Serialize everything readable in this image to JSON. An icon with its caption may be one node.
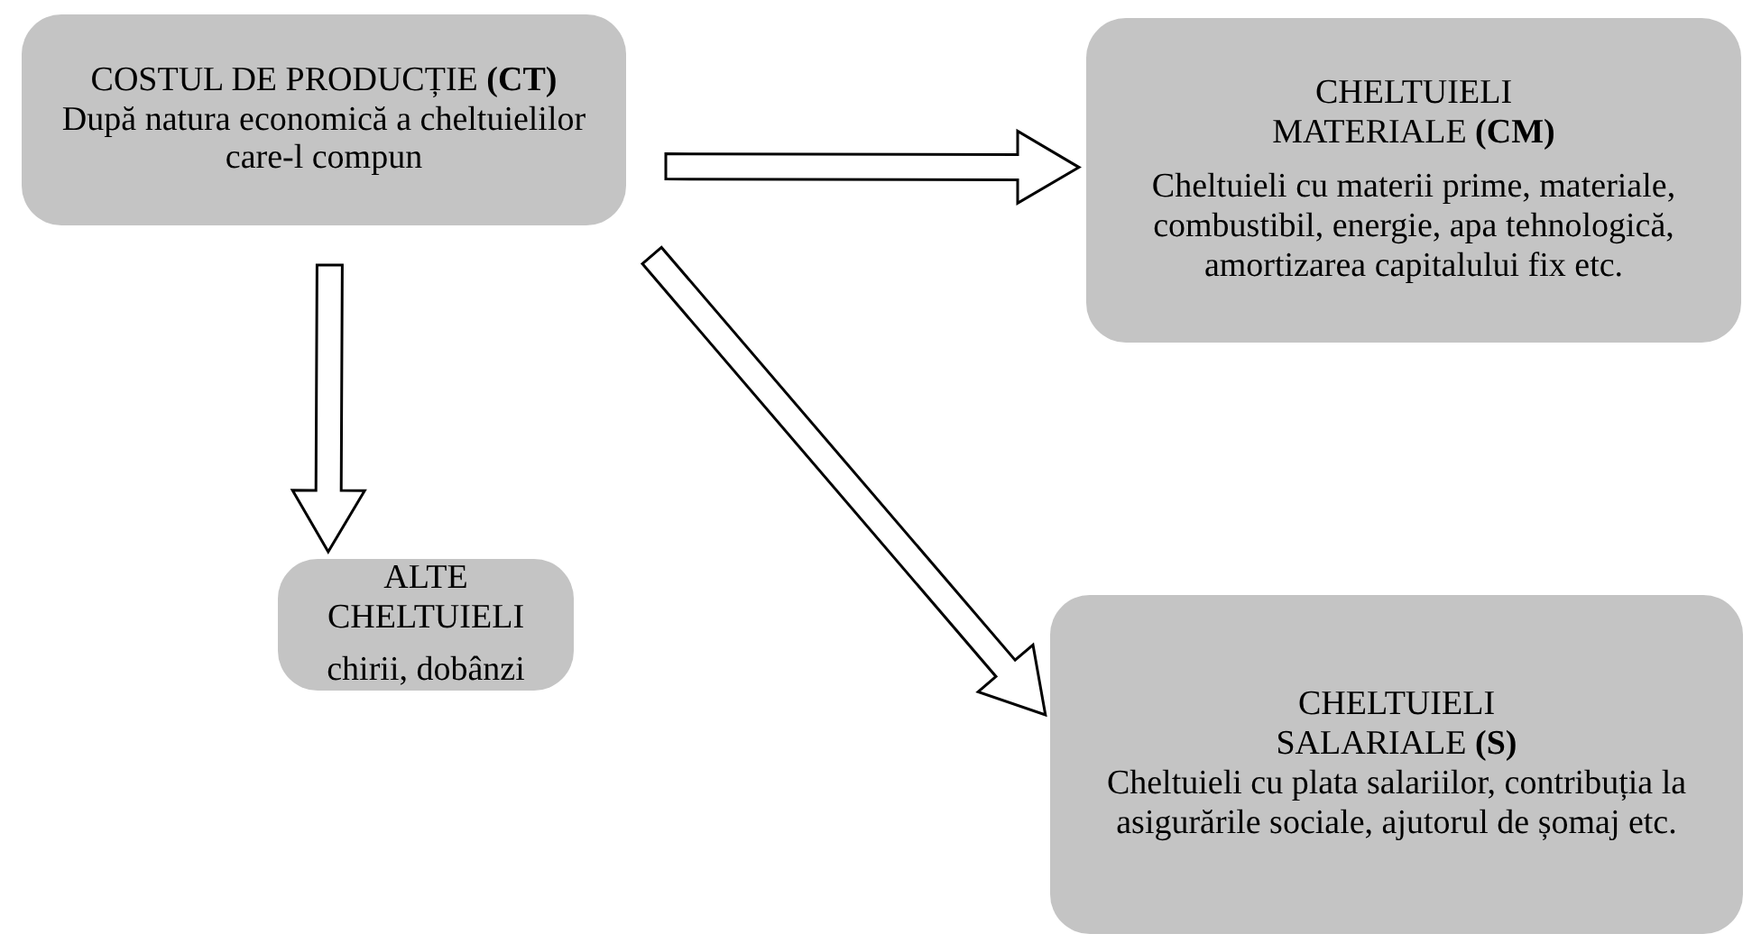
{
  "diagram": {
    "nodes": [
      {
        "text": [
          "COSTUL DE PRODUCȚIE **(CT)**",
          "După natura economică a cheltuielilor care-l compun"
        ]
      },
      {
        "text": [
          "CHELTUIELI MATERIALE **(CM)**",
          "Cheltuieli cu materii prime, materiale, combustibil, energie, apa tehnologică, amortizarea capitalului fix etc."
        ]
      },
      {
        "text": [
          "ALTE CHELTUIELI",
          "chirii, dobânzi"
        ]
      },
      {
        "text": [
          "CHELTUIELI SALARIALE **(S)**",
          "Cheltuieli cu plata salariilor, contribuția la asigurările sociale, ajutorul de șomaj etc."
        ]
      }
    ],
    "edges": [
      {
        "from": 0,
        "to": 1,
        "arrow": "to"
      },
      {
        "from": 0,
        "to": 2,
        "arrow": "to"
      },
      {
        "from": 0,
        "to": 3,
        "arrow": "to"
      }
    ]
  }
}
